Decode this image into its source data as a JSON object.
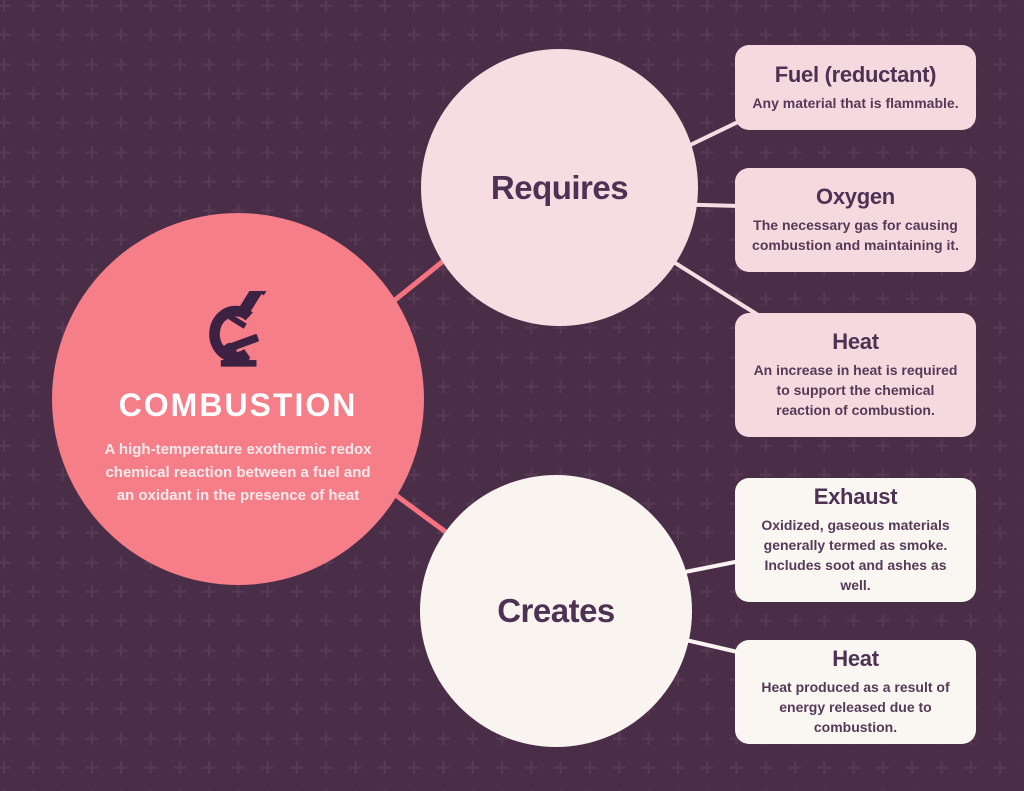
{
  "main_node": {
    "title": "COMBUSTION",
    "description": "A high-temperature exothermic redox chemical reaction between a fuel and an oxidant in the presence of heat",
    "icon": "microscope-icon"
  },
  "requires": {
    "label": "Requires",
    "boxes": [
      {
        "title": "Fuel (reductant)",
        "description": "Any material that is flammable."
      },
      {
        "title": "Oxygen",
        "description": "The necessary gas for causing combustion and maintaining it."
      },
      {
        "title": "Heat",
        "description": "An increase in heat is required to support the chemical reaction of combustion."
      }
    ]
  },
  "creates": {
    "label": "Creates",
    "boxes": [
      {
        "title": "Exhaust",
        "description": "Oxidized, gaseous materials generally termed as smoke. Includes soot and ashes as well."
      },
      {
        "title": "Heat",
        "description": "Heat produced as a result of energy released due to combustion."
      }
    ]
  },
  "colors": {
    "background": "#4A2D47",
    "main_circle": "#F57E88",
    "accent_line": "#F4737F",
    "requires_circle": "#F7DDE2",
    "creates_circle": "#F9F4F0",
    "pink_box": "#F6D9DE",
    "white_box": "#FAF6F2",
    "heading_text": "#4E3254",
    "body_text": "#553A58",
    "title_text": "#FFFFFF",
    "icon_color": "#3D2142"
  }
}
